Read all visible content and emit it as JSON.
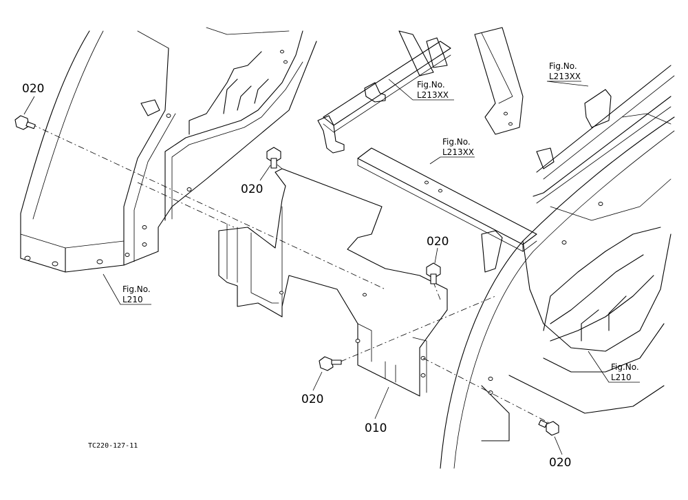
{
  "callouts": {
    "bolt_top_left": "020",
    "bolt_upper_mid": "020",
    "bolt_right_mid": "020",
    "bolt_lower_mid": "020",
    "bolt_bottom_right": "020",
    "bracket": "010"
  },
  "references": {
    "fig_no_label": "Fig.No.",
    "ref_left_frame": "L210",
    "ref_right_frame": "L210",
    "ref_top_center": "L213XX",
    "ref_top_right": "L213XX",
    "ref_center_beam": "L213XX"
  },
  "drawing_code": "TC220-127-11"
}
